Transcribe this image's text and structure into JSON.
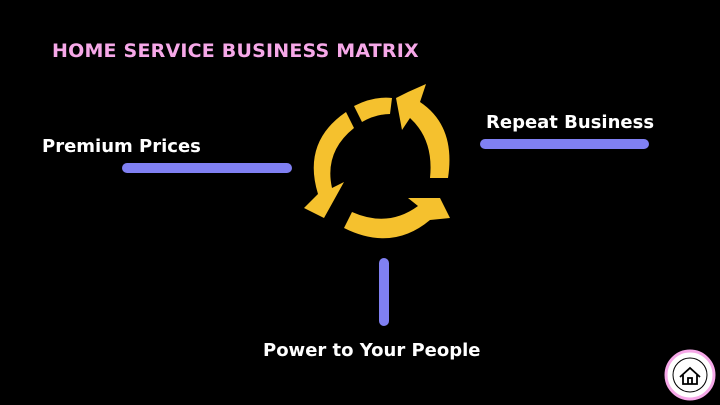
{
  "title": "HOME SERVICE BUSINESS MATRIX",
  "labels": {
    "premium": "Premium Prices",
    "repeat": "Repeat Business",
    "power": "Power to Your People"
  },
  "colors": {
    "background": "#000000",
    "title": "#f6a8e8",
    "arrows": "#f5c12e",
    "connectors": "#8080f2",
    "logo_ring": "#f6a8e8"
  },
  "icons": {
    "cycle": "circular-arrows-icon",
    "logo": "house-logo-icon"
  }
}
